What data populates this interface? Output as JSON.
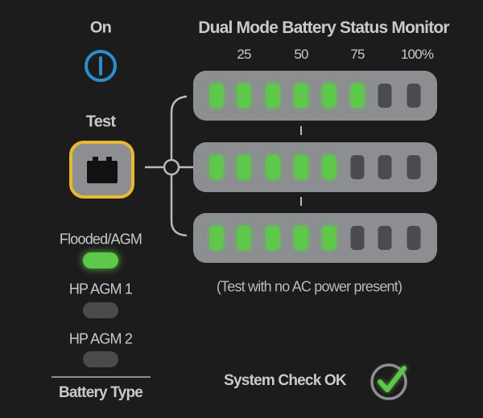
{
  "power": {
    "label": "On",
    "icon": "power-icon",
    "color": "#2a8fd0"
  },
  "test": {
    "label": "Test",
    "icon": "battery-icon",
    "border_color": "#e8b830"
  },
  "monitor": {
    "title": "Dual Mode Battery Status Monitor",
    "scale_labels": [
      "25",
      "50",
      "75",
      "100%"
    ],
    "bars": [
      {
        "lit": 6,
        "total": 8
      },
      {
        "lit": 5,
        "total": 8
      },
      {
        "lit": 5,
        "total": 8
      }
    ],
    "note": "(Test with no AC power present)"
  },
  "battery_type": {
    "heading": "Battery Type",
    "options": [
      {
        "label": "Flooded/AGM",
        "active": true
      },
      {
        "label": "HP AGM 1",
        "active": false
      },
      {
        "label": "HP AGM 2",
        "active": false
      }
    ]
  },
  "system_check": {
    "label": "System Check OK",
    "icon": "checkmark-icon",
    "color": "#5ec84a"
  }
}
